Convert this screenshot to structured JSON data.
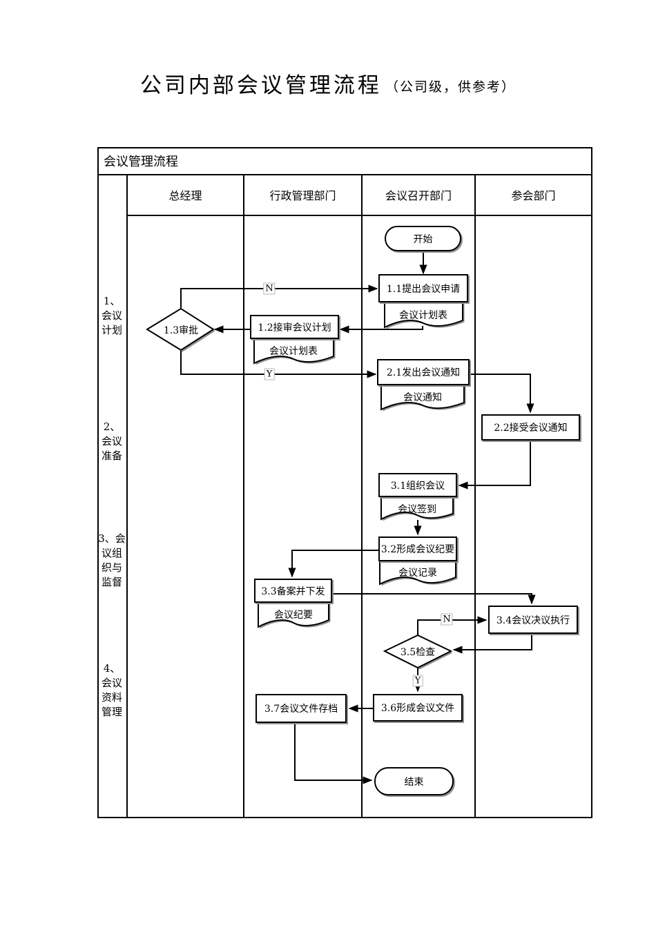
{
  "header": {
    "title": "公司内部会议管理流程",
    "subtitle": "（公司级，供参考）"
  },
  "table": {
    "caption": "会议管理流程",
    "columns": [
      "总经理",
      "行政管理部门",
      "会议召开部门",
      "参会部门"
    ],
    "row_labels": [
      "1、\n会议\n计划",
      "2、\n会议\n准备",
      "3、会\n议组\n织与\n监督",
      "4、\n会议\n资料\n管理"
    ]
  },
  "nodes": {
    "start": "开始",
    "n11": "1.1提出会议申请",
    "n11_doc": "会议计划表",
    "n12": "1.2接审会议计划",
    "n12_doc": "会议计划表",
    "n13": "1.3审批",
    "n21": "2.1发出会议通知",
    "n21_doc": "会议通知",
    "n22": "2.2接受会议通知",
    "n31": "3.1组织会议",
    "n31_doc": "会议签到",
    "n32": "3.2形成会议纪要",
    "n32_doc": "会议记录",
    "n33": "3.3备案并下发",
    "n33_doc": "会议纪要",
    "n34": "3.4会议决议执行",
    "n35": "3.5检查",
    "n36": "3.6形成会议文件",
    "n37": "3.7会议文件存档",
    "end": "结束"
  },
  "branch_labels": {
    "approve_no": "N",
    "approve_yes": "Y",
    "check_no": "N",
    "check_yes": "Y"
  },
  "colors": {
    "line": "#000000",
    "node_fill": "#ffffff",
    "shadow": "#8f8f8f",
    "background": "#ffffff"
  }
}
